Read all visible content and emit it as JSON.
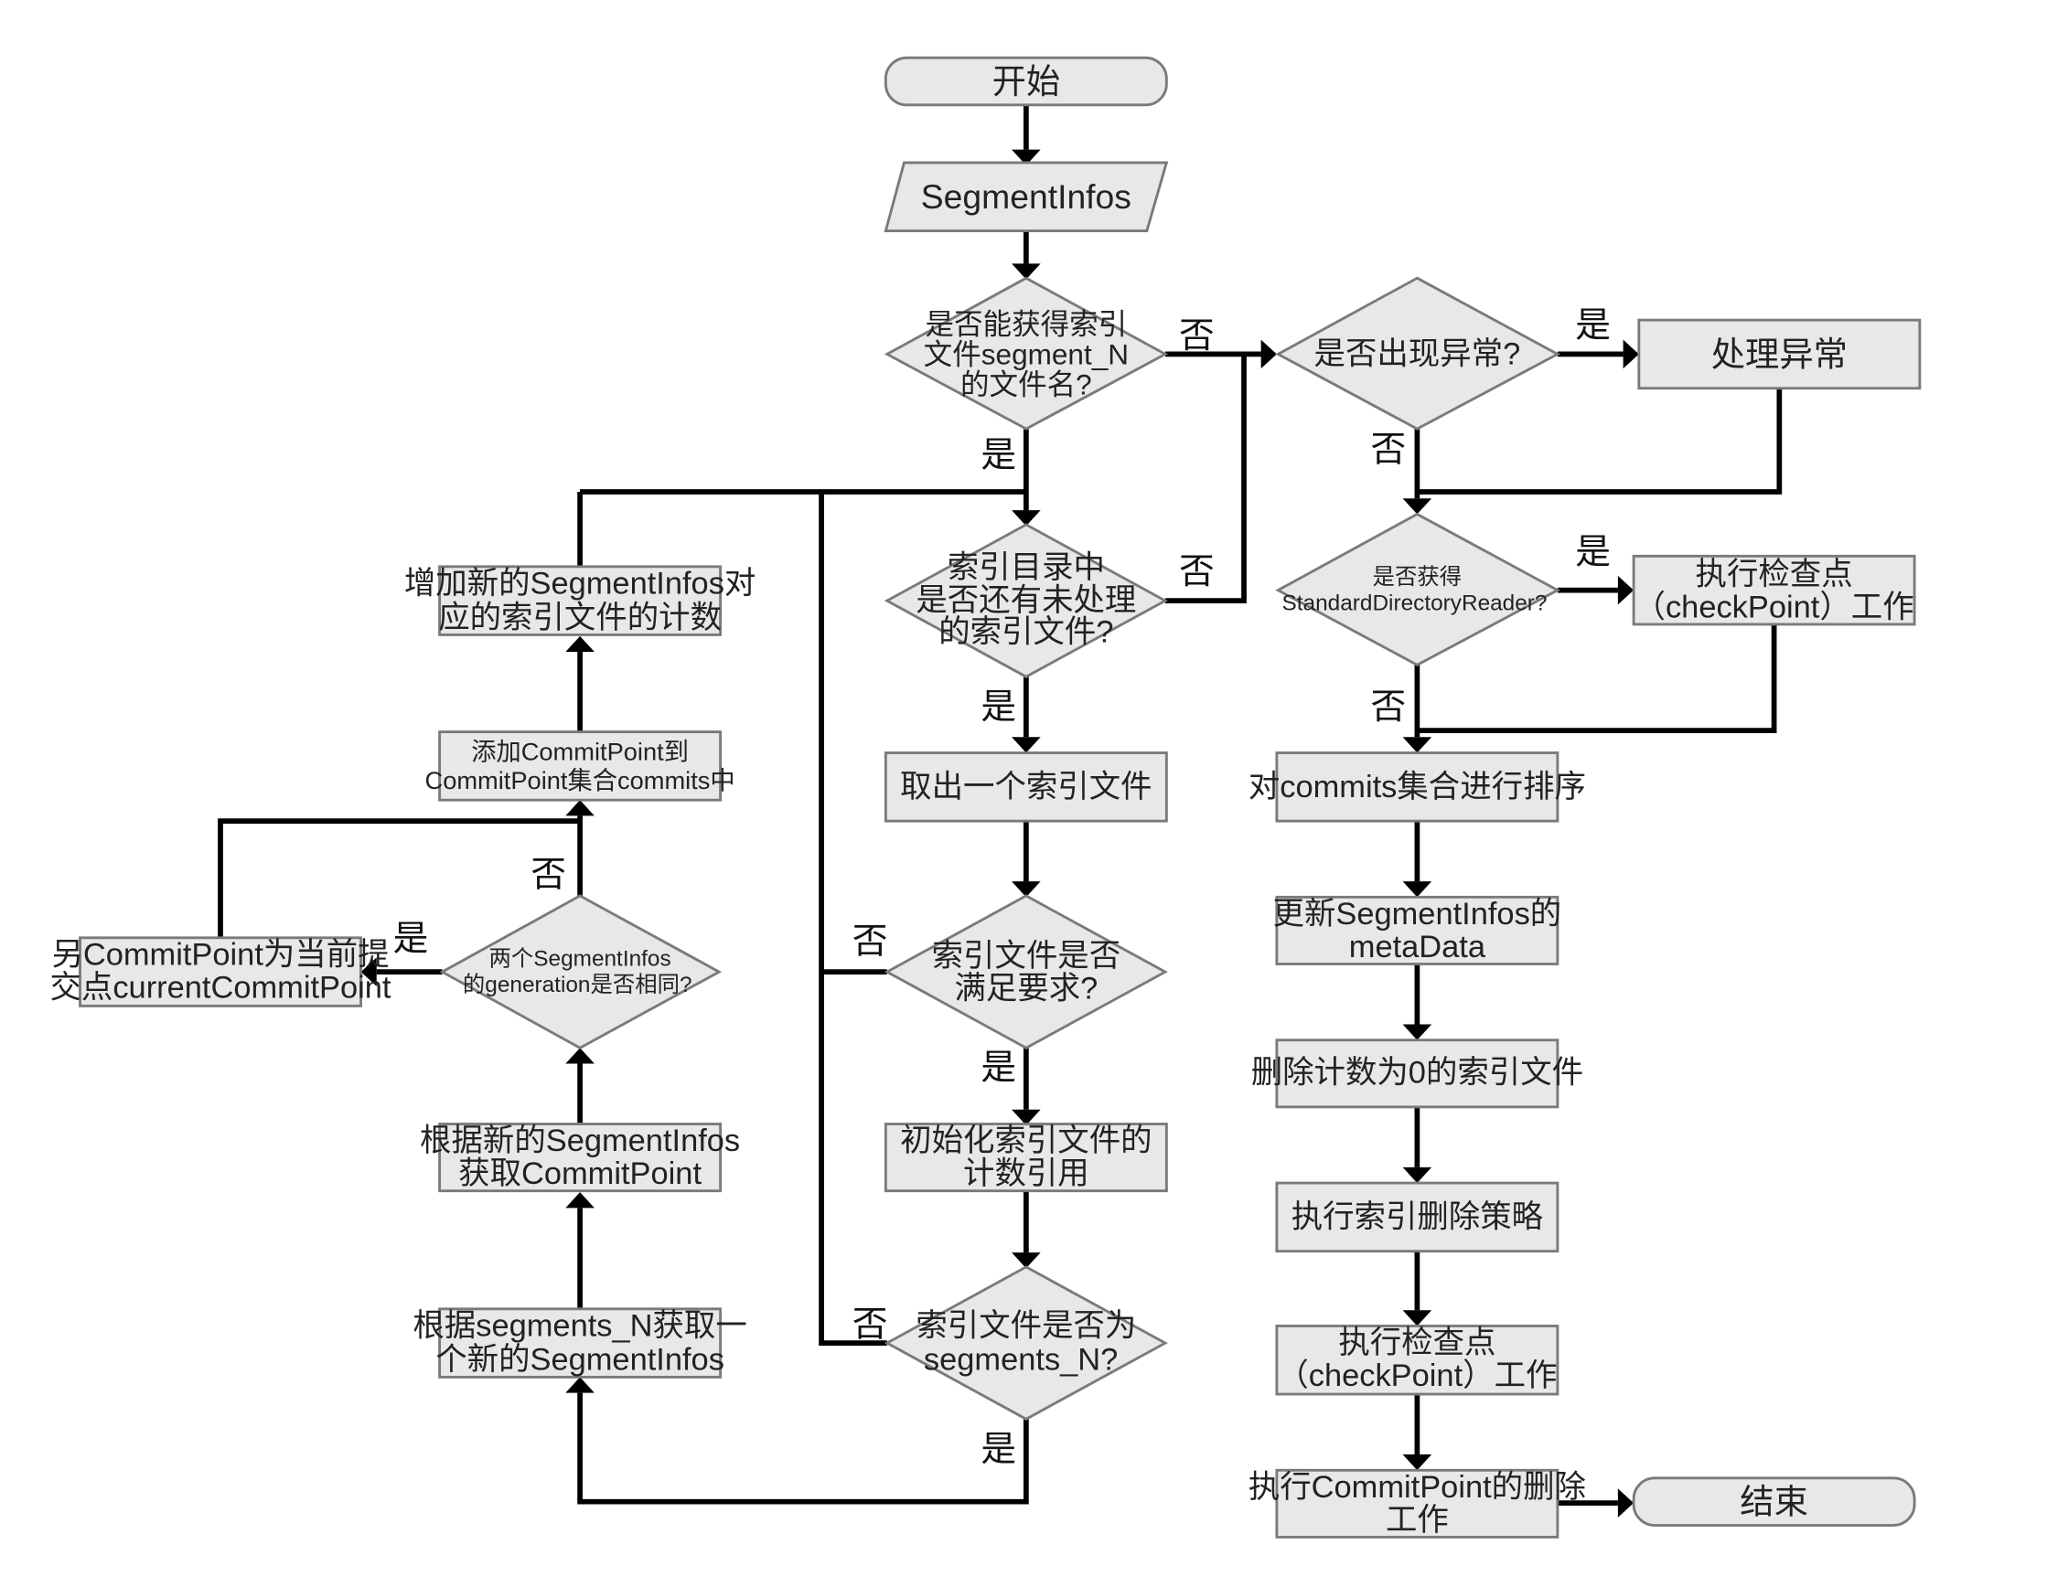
{
  "nodes": {
    "start": "开始",
    "segment_infos": "SegmentInfos",
    "d_get_segments_name": [
      "是否能获得索引",
      "文件segment_N",
      "的文件名?"
    ],
    "d_exception": "是否出现异常?",
    "handle_exception": "处理异常",
    "d_unprocessed": [
      "索引目录中",
      "是否还有未处理",
      "的索引文件?"
    ],
    "d_std_reader": [
      "是否获得",
      "StandardDirectoryReader?"
    ],
    "exec_checkpoint_1": [
      "执行检查点",
      "（checkPoint）工作"
    ],
    "take_file": "取出一个索引文件",
    "sort_commits": "对commits集合进行排序",
    "d_meets": [
      "索引文件是否",
      "满足要求?"
    ],
    "update_meta": [
      "更新SegmentInfos的",
      "metaData"
    ],
    "init_refcount": [
      "初始化索引文件的",
      "计数引用"
    ],
    "delete_zero": "删除计数为0的索引文件",
    "d_is_segments": [
      "索引文件是否为",
      "segments_N?"
    ],
    "exec_delete_policy": "执行索引删除策略",
    "exec_checkpoint_2": [
      "执行检查点",
      "（checkPoint）工作"
    ],
    "exec_commit_delete": [
      "执行CommitPoint的删除",
      "工作"
    ],
    "end": "结束",
    "new_infos": [
      "根据segments_N获取一",
      "个新的SegmentInfos"
    ],
    "get_commit_point": [
      "根据新的SegmentInfos",
      "获取CommitPoint"
    ],
    "d_same_generation": [
      "两个SegmentInfos",
      "的generation是否相同?"
    ],
    "set_current": [
      "另CommitPoint为当前提",
      "交点currentCommitPoint"
    ],
    "add_commit_point": [
      "添加CommitPoint到",
      "CommitPoint集合commits中"
    ],
    "inc_count": [
      "增加新的SegmentInfos对",
      "应的索引文件的计数"
    ]
  },
  "edge_labels": {
    "yes": "是",
    "no": "否"
  },
  "colors": {
    "node_fill": "#e8e8e8",
    "node_stroke": "#7a7a7a",
    "connector": "#000000"
  }
}
